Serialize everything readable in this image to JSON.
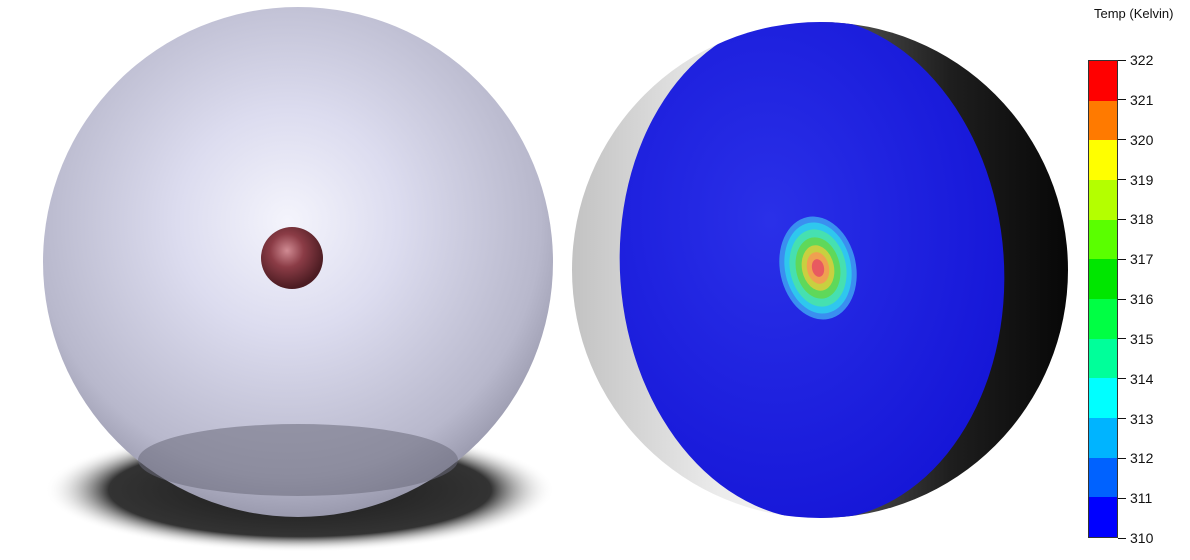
{
  "legend": {
    "title": "Temp (Kelvin)",
    "ticks": [
      "322",
      "321",
      "320",
      "319",
      "318",
      "317",
      "316",
      "315",
      "314",
      "313",
      "312",
      "311",
      "310"
    ],
    "band_colors": [
      "#ff0000",
      "#ff7a00",
      "#ffff00",
      "#b4ff00",
      "#5aff00",
      "#00e600",
      "#00ff44",
      "#00ff9a",
      "#00ffff",
      "#00b4ff",
      "#0062ff",
      "#0000ff"
    ]
  },
  "colors": {
    "outer_sphere": "#c9c9dd",
    "inner_sphere": "#8a3a44",
    "section_face": "#1a20e6",
    "shell_dark": "#111111",
    "shell_light": "#e6e6e6",
    "shadow": "#222222"
  }
}
